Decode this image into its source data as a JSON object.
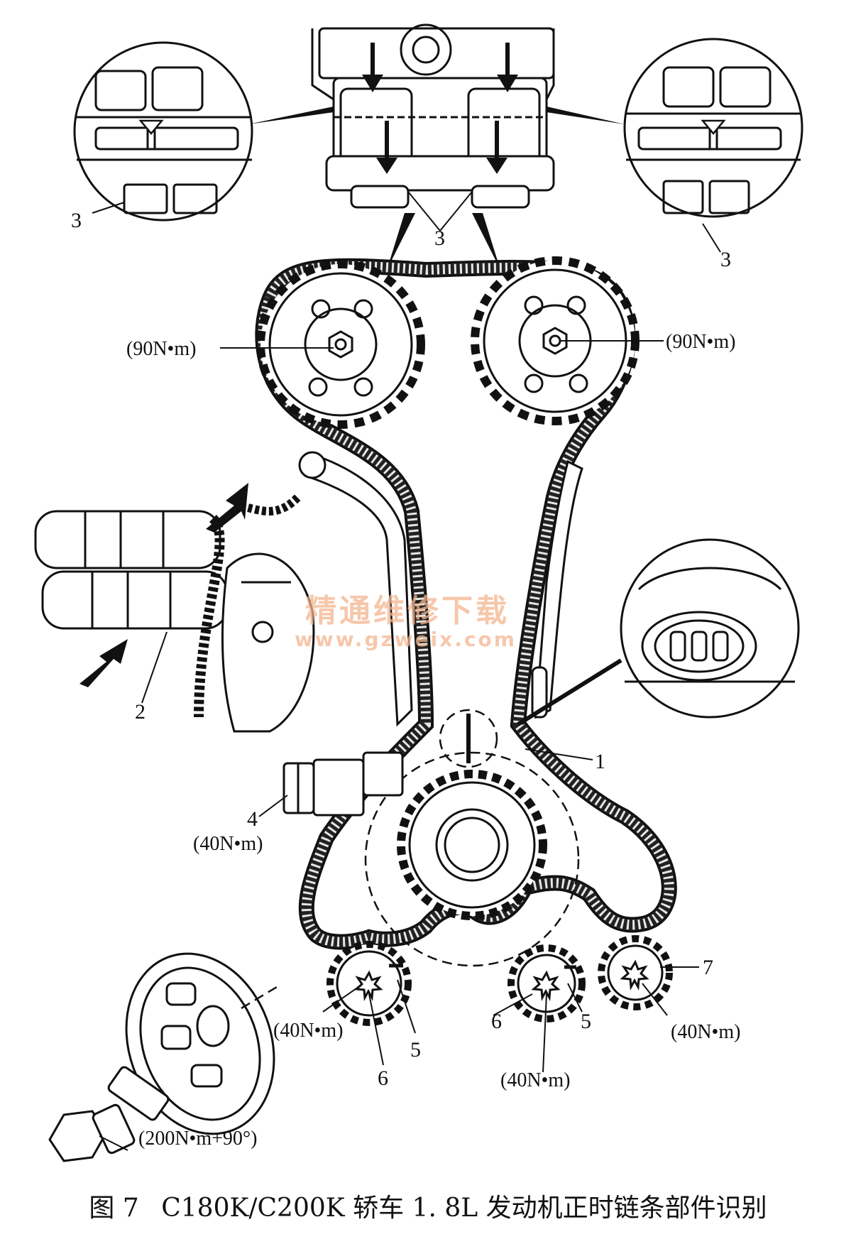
{
  "figure": {
    "number": "图 7",
    "title": "C180K/C200K 轿车 1. 8L 发动机正时链条部件识别"
  },
  "labels": {
    "l1": "1",
    "l2": "2",
    "l3_left": "3",
    "l3_center": "3",
    "l3_right": "3",
    "l4": "4",
    "l5_left": "5",
    "l5_right": "5",
    "l6_left": "6",
    "l6_center": "6",
    "l7": "7"
  },
  "torques": {
    "cam_left": "(90N•m)",
    "cam_right": "(90N•m)",
    "tensioner": "(40N•m)",
    "balancer_left": "(40N•m)",
    "balancer_center": "(40N•m)",
    "balancer_right": "(40N•m)",
    "crank_bolt": "(200N•m+90°)"
  },
  "watermark": {
    "text": "精通维修下载",
    "url": "www.gzweix.com"
  }
}
